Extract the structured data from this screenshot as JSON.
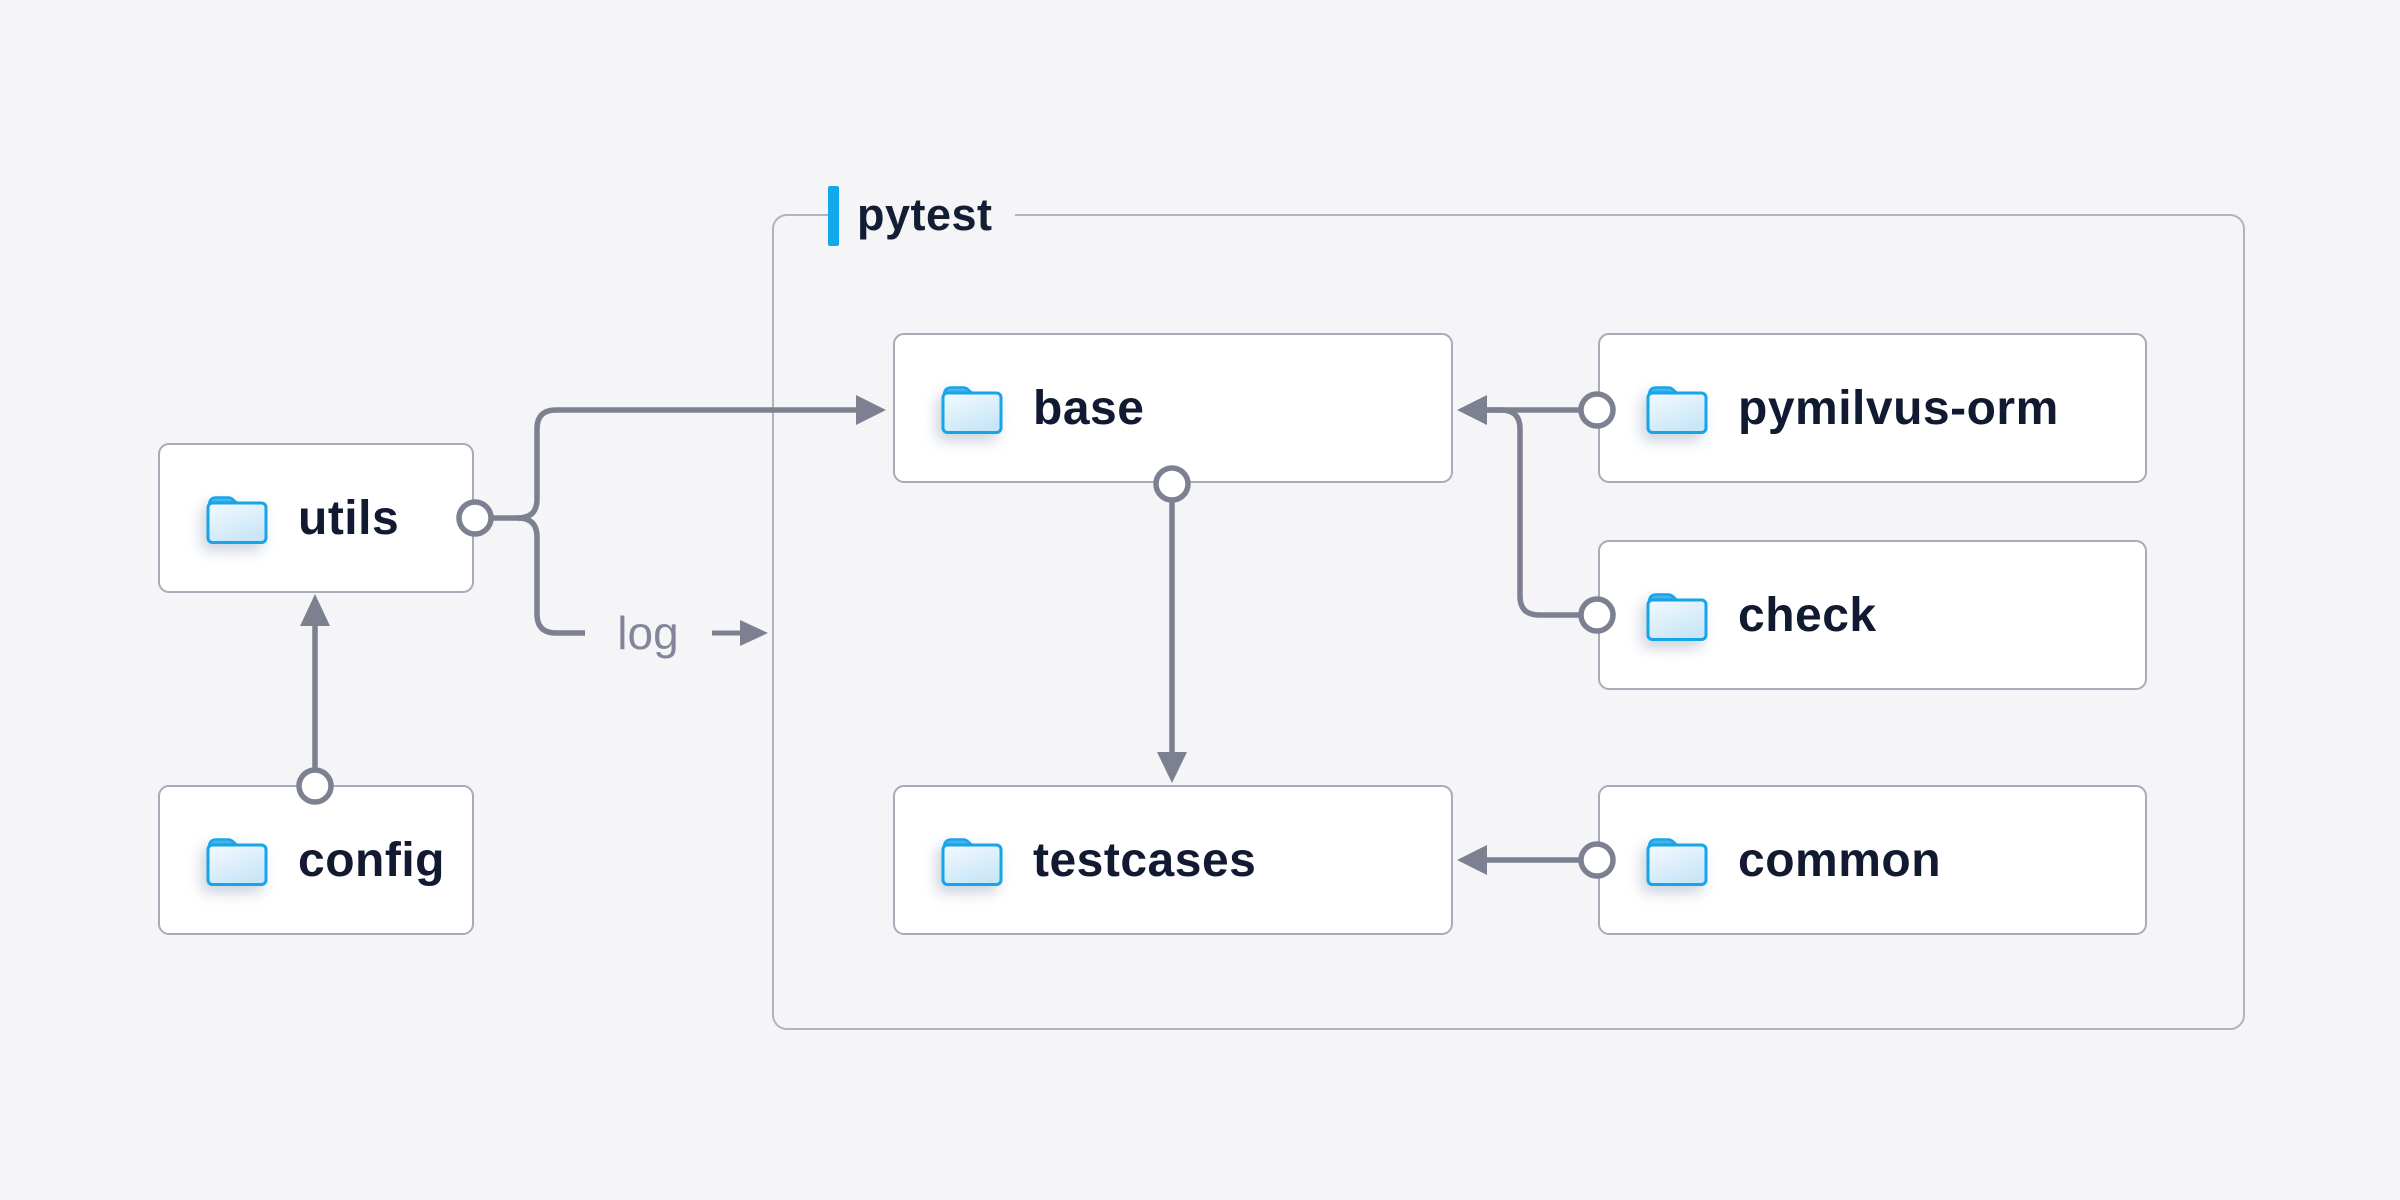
{
  "diagram": {
    "group": {
      "label": "pytest"
    },
    "edge_label": "log",
    "nodes": [
      {
        "id": "utils",
        "label": "utils",
        "group": null
      },
      {
        "id": "config",
        "label": "config",
        "group": null
      },
      {
        "id": "base",
        "label": "base",
        "group": "pytest"
      },
      {
        "id": "pymilvus-orm",
        "label": "pymilvus-orm",
        "group": "pytest"
      },
      {
        "id": "check",
        "label": "check",
        "group": "pytest"
      },
      {
        "id": "testcases",
        "label": "testcases",
        "group": "pytest"
      },
      {
        "id": "common",
        "label": "common",
        "group": "pytest"
      }
    ],
    "edges": [
      {
        "from": "config",
        "to": "utils"
      },
      {
        "from": "utils",
        "to": "base"
      },
      {
        "from": "utils",
        "to": "pytest",
        "label": "log"
      },
      {
        "from": "base",
        "to": "testcases"
      },
      {
        "from": "pymilvus-orm",
        "to": "base"
      },
      {
        "from": "check",
        "to": "base"
      },
      {
        "from": "common",
        "to": "testcases"
      }
    ],
    "icons": {
      "node_icon": "folder-icon"
    },
    "colors": {
      "background": "#f5f5f7",
      "node_fill": "#ffffff",
      "node_border": "#a8abb8",
      "group_border": "#b0b2bf",
      "connector": "#7c8090",
      "accent_blue": "#12a9ec",
      "label_text": "#111a30",
      "edge_label_text": "#83869a",
      "folder_outline": "#17a4e8"
    }
  }
}
